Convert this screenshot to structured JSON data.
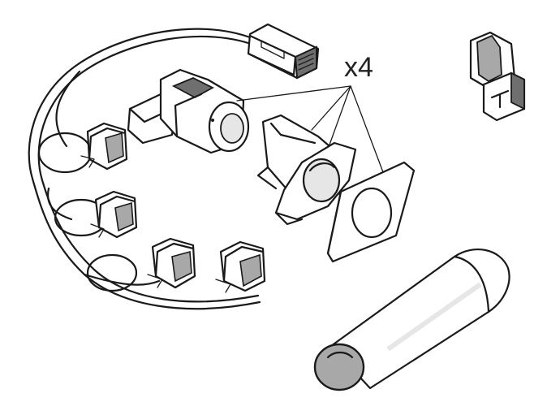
{
  "diagram": {
    "quantity_label": "x4",
    "colors": {
      "stroke": "#1a1a1a",
      "light_gray": "#e6e6e6",
      "mid_gray": "#a8a8a8",
      "dark_gray": "#6f6f6f"
    },
    "parts": [
      "wiring-harness",
      "harness-plug-connector",
      "parking-sensor",
      "sensor-holder-bracket",
      "adhesive-gasket",
      "small-connector-clip",
      "adhesive-roll"
    ]
  }
}
